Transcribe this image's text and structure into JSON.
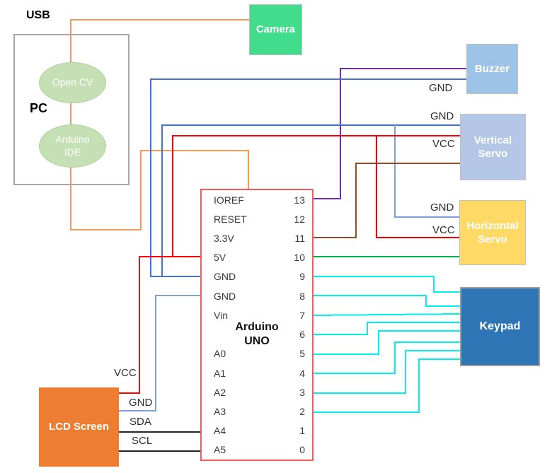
{
  "labels": {
    "usb": "USB"
  },
  "pc": {
    "label": "PC",
    "open_cv": "Open CV",
    "arduino_ide": "Arduino IDE"
  },
  "components": {
    "camera": "Camera",
    "buzzer": "Buzzer",
    "vertical_servo": "Vertical Servo",
    "horizontal_servo": "Horizontal Servo",
    "keypad": "Keypad",
    "lcd": "LCD Screen"
  },
  "arduino": {
    "title_line1": "Arduino",
    "title_line2": "UNO",
    "left_pins": [
      "IOREF",
      "RESET",
      "3.3V",
      "5V",
      "GND",
      "GND",
      "Vin",
      "",
      "A0",
      "A1",
      "A2",
      "A3",
      "A4",
      "A5"
    ],
    "right_pins": [
      "13",
      "12",
      "11",
      "10",
      "9",
      "8",
      "7",
      "6",
      "5",
      "4",
      "3",
      "2",
      "1",
      "0"
    ]
  },
  "wire_labels": {
    "buzzer_gnd": "GND",
    "vertical_servo_gnd": "GND",
    "vertical_servo_vcc": "VCC",
    "horizontal_servo_gnd": "GND",
    "horizontal_servo_vcc": "VCC",
    "lcd_vcc": "VCC",
    "lcd_gnd": "GND",
    "lcd_sda": "SDA",
    "lcd_scl": "SCL"
  },
  "colors": {
    "usb_wire": "#F09A55",
    "power_wire": "#FF0000",
    "ground_wire": "#4472C4",
    "light_ground_wire": "#7F9FDB",
    "buzzer_signal_wire": "#7030A0",
    "vertical_servo_signal_wire": "#8B4D2B",
    "horizontal_servo_signal_wire": "#00B050",
    "keypad_wire": "#00EFEF",
    "i2c_wire": "#262626",
    "camera_fill": "#42DD8C",
    "buzzer_fill": "#9DC3E6",
    "vertical_servo_fill": "#B4C7E7",
    "horizontal_servo_fill": "#FFD966",
    "keypad_fill": "#2E75B6",
    "lcd_fill": "#ED7D31",
    "pc_software_fill": "#C5E0B4",
    "arduino_border": "#FF5757"
  }
}
